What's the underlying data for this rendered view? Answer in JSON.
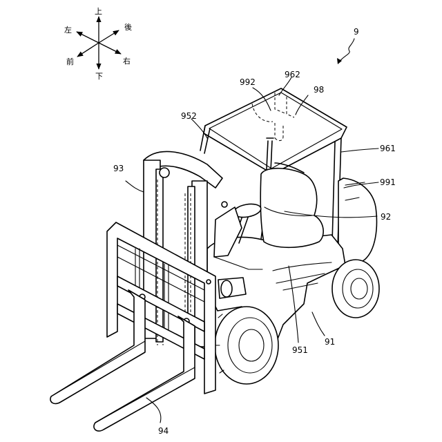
{
  "directions": {
    "up": "上",
    "rear": "後",
    "left": "左",
    "front": "前",
    "right": "右",
    "down": "下"
  },
  "labels": {
    "forklift": "9",
    "ref_962": "962",
    "ref_992": "992",
    "ref_98": "98",
    "ref_952": "952",
    "ref_961": "961",
    "ref_93": "93",
    "ref_991": "991",
    "ref_92": "92",
    "ref_951": "951",
    "ref_91": "91",
    "ref_94": "94"
  }
}
